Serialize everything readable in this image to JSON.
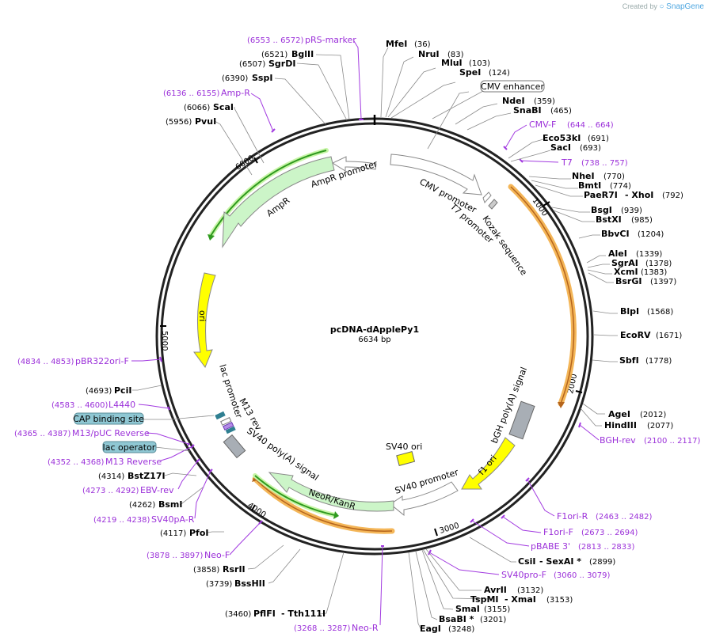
{
  "brand": {
    "prefix": "Created by",
    "name": "SnapGene"
  },
  "plasmid": {
    "name": "pcDNA-dApplePy1",
    "size": "6634 bp"
  },
  "ticks": {
    "t1000": "1000",
    "t2000": "2000",
    "t3000": "3000",
    "t4000": "4000",
    "t5000": "5000",
    "t6000": "6000"
  },
  "features": {
    "cmv_promoter": "CMV promoter",
    "t7_promoter": "T7 promoter",
    "kozak": "Kozak sequence",
    "ampr_promoter": "AmpR promoter",
    "ampr": "AmpR",
    "ori": "ori",
    "lac_promoter": "lac promoter",
    "m13_rev": "M13 rev",
    "sv40_polya": "SV40 poly(A) signal",
    "neor": "NeoR/KanR",
    "sv40_ori": "SV40 ori",
    "bgh_polya": "bGH poly(A) signal",
    "f1_ori": "f1 ori",
    "sv40_promoter": "SV40 promoter"
  },
  "boxes": {
    "cmv_enhancer": "CMV enhancer",
    "cap_site": "CAP binding site",
    "lac_operator": "lac operator"
  },
  "sites": {
    "mfei": {
      "name": "MfeI",
      "pos": "(36)"
    },
    "nrui": {
      "name": "NruI",
      "pos": "(83)"
    },
    "mlui": {
      "name": "MluI",
      "pos": "(103)"
    },
    "spei": {
      "name": "SpeI",
      "pos": "(124)"
    },
    "ndei": {
      "name": "NdeI",
      "pos": "(359)"
    },
    "snabi": {
      "name": "SnaBI",
      "pos": "(465)"
    },
    "eco53ki": {
      "name": "Eco53kI",
      "pos": "(691)"
    },
    "saci": {
      "name": "SacI",
      "pos": "(693)"
    },
    "nhei": {
      "name": "NheI",
      "pos": "(770)"
    },
    "bmti": {
      "name": "BmtI",
      "pos": "(774)"
    },
    "paer7i": {
      "name": "PaeR7I",
      "name2": "- XhoI",
      "pos": "(792)"
    },
    "bsgi": {
      "name": "BsgI",
      "pos": "(939)"
    },
    "bstxi": {
      "name": "BstXI",
      "pos": "(985)"
    },
    "bbvci": {
      "name": "BbvCI",
      "pos": "(1204)"
    },
    "alei": {
      "name": "AleI",
      "pos": "(1339)"
    },
    "sgrai": {
      "name": "SgrAI",
      "pos": "(1378)"
    },
    "xcmi": {
      "name": "XcmI",
      "pos": "(1383)"
    },
    "bsrgi": {
      "name": "BsrGI",
      "pos": "(1397)"
    },
    "blpi": {
      "name": "BlpI",
      "pos": "(1568)"
    },
    "ecorv": {
      "name": "EcoRV",
      "pos": "(1671)"
    },
    "sbfi": {
      "name": "SbfI",
      "pos": "(1778)"
    },
    "agei": {
      "name": "AgeI",
      "pos": "(2012)"
    },
    "hindiii": {
      "name": "HindIII",
      "pos": "(2077)"
    },
    "csii": {
      "name": "CsiI",
      "name2": "- SexAI *",
      "pos": "(2899)"
    },
    "avrii": {
      "name": "AvrII",
      "pos": "(3132)"
    },
    "tspmi": {
      "name": "TspMI",
      "name2": "- XmaI",
      "pos": "(3153)"
    },
    "smai": {
      "name": "SmaI",
      "pos": "(3155)"
    },
    "bsabi": {
      "name": "BsaBI *",
      "pos": "(3201)"
    },
    "eagi": {
      "name": "EagI",
      "pos": "(3248)"
    },
    "pflfi": {
      "name": "PflFI",
      "name2": "- Tth111I",
      "pos": "(3460)"
    },
    "bsshii": {
      "name": "BssHII",
      "pos": "(3739)"
    },
    "rsrii": {
      "name": "RsrII",
      "pos": "(3858)"
    },
    "pfoi": {
      "name": "PfoI",
      "pos": "(4117)"
    },
    "bsmi": {
      "name": "BsmI",
      "pos": "(4262)"
    },
    "bstz17i": {
      "name": "BstZ17I",
      "pos": "(4314)"
    },
    "pcii": {
      "name": "PciI",
      "pos": "(4693)"
    },
    "pvui": {
      "name": "PvuI",
      "pos": "(5956)"
    },
    "scai": {
      "name": "ScaI",
      "pos": "(6066)"
    },
    "sspi": {
      "name": "SspI",
      "pos": "(6390)"
    },
    "sgrdi": {
      "name": "SgrDI",
      "pos": "(6507)"
    },
    "bglii": {
      "name": "BglII",
      "pos": "(6521)"
    }
  },
  "primers": {
    "prs_marker": {
      "range": "(6553 .. 6572)",
      "name": "pRS-marker"
    },
    "amp_r": {
      "range": "(6136 .. 6155)",
      "name": "Amp-R"
    },
    "cmv_f": {
      "name": "CMV-F",
      "range": "(644 .. 664)"
    },
    "t7": {
      "name": "T7",
      "range": "(738 .. 757)"
    },
    "bgh_rev": {
      "name": "BGH-rev",
      "range": "(2100 .. 2117)"
    },
    "f1ori_r": {
      "name": "F1ori-R",
      "range": "(2463 .. 2482)"
    },
    "f1ori_f": {
      "name": "F1ori-F",
      "range": "(2673 .. 2694)"
    },
    "pbabe3": {
      "name": "pBABE 3'",
      "range": "(2813 .. 2833)"
    },
    "sv40pro_f": {
      "name": "SV40pro-F",
      "range": "(3060 .. 3079)"
    },
    "neo_r": {
      "range": "(3268 .. 3287)",
      "name": "Neo-R"
    },
    "neo_f": {
      "range": "(3878 .. 3897)",
      "name": "Neo-F"
    },
    "sv40pa_r": {
      "range": "(4219 .. 4238)",
      "name": "SV40pA-R"
    },
    "ebv_rev": {
      "range": "(4273 .. 4292)",
      "name": "EBV-rev"
    },
    "m13_reverse": {
      "range": "(4352 .. 4368)",
      "name": "M13 Reverse"
    },
    "m13_puc": {
      "range": "(4365 .. 4387)",
      "name": "M13/pUC Reverse"
    },
    "l4440": {
      "range": "(4583 .. 4600)",
      "name": "L4440"
    },
    "pbr322": {
      "range": "(4834 .. 4853)",
      "name": "pBR322ori-F"
    }
  },
  "colors": {
    "backbone": "#222222",
    "promoter": "#ffffff",
    "ampr": "#ccf5c8",
    "ori": "#ffff00",
    "orange": "#f2a93b",
    "green": "#2f9a1f",
    "primer": "#a23be0",
    "polya": "#a8aeb5",
    "box": "#8fc7d3"
  }
}
